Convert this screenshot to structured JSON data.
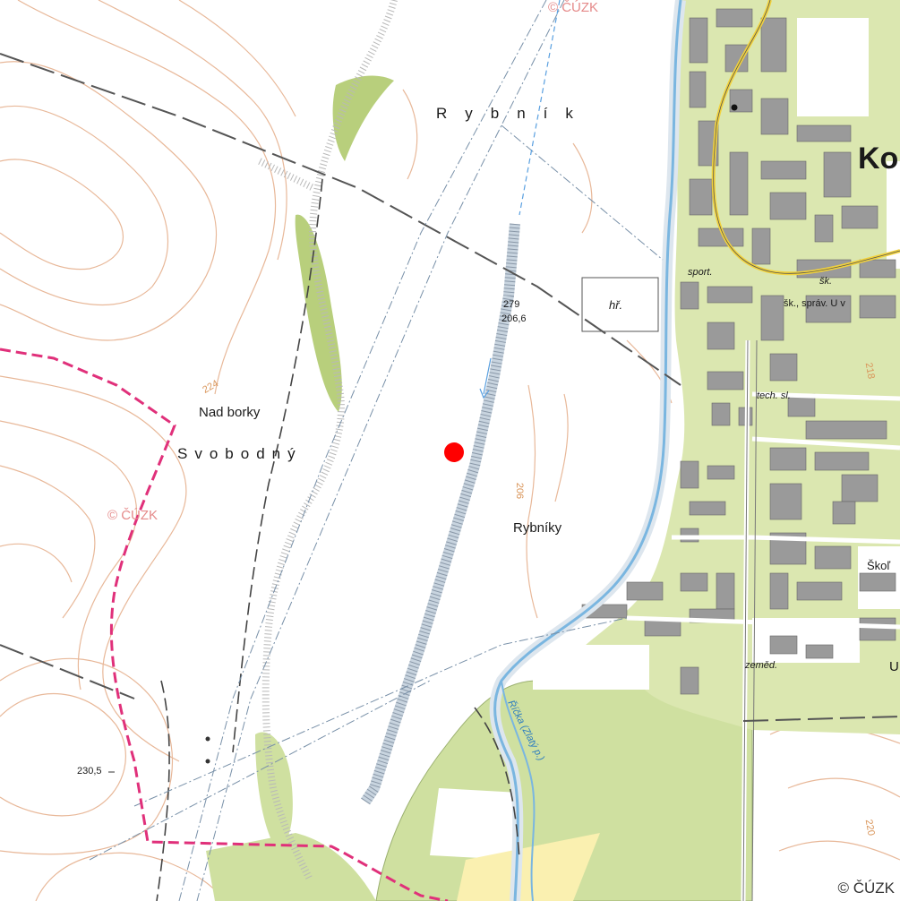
{
  "map": {
    "labels": {
      "rybnik": "Rybník",
      "nad_borky": "Nad borky",
      "svobodny": "Svobodný",
      "rybniky": "Rybníky",
      "town": "Ko",
      "skoli": "Škoľ",
      "u_edge": "U",
      "sport": "sport.",
      "hr": "hř.",
      "sk": "šk.",
      "sk_sprav": "šk., správ. U v",
      "tech_sl": "tech. sl.",
      "zemed": "zeměd.",
      "ricka": "Říčka (Zlatý p.)"
    },
    "spot_heights": {
      "h279": "279",
      "h206": "206,6",
      "h230": "230,5"
    },
    "contour_labels": {
      "c224": "224",
      "c206": "206",
      "c218": "218",
      "c220": "220"
    },
    "copyright": {
      "top": "© ČÚZK",
      "left": "© ČÚZK",
      "corner": "© ČÚZK"
    },
    "colors": {
      "forest": "#cfe0a0",
      "builtup": "#dbe7b0",
      "building": "#9a9a9a",
      "water": "#7ab6e0",
      "contour": "#e8b899",
      "boundary": "#e0307a",
      "road_yellow": "#f2d23c",
      "marker": "#ff0000"
    }
  }
}
